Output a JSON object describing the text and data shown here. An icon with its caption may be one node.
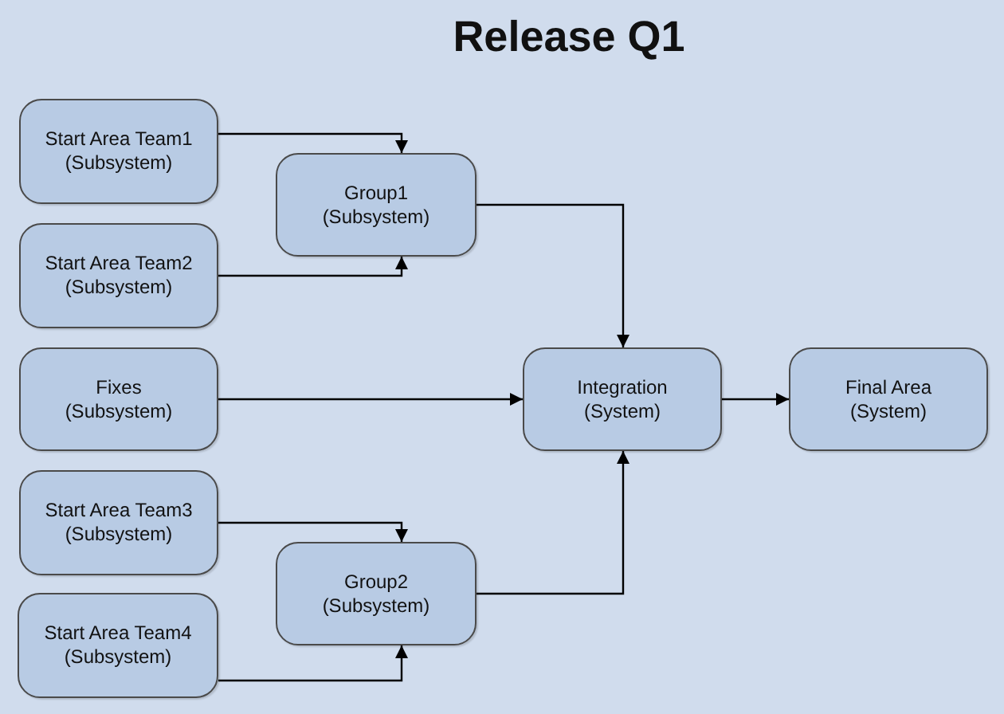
{
  "diagram": {
    "title": "Release Q1",
    "nodes": [
      {
        "text": [
          "Start Area Team1",
          "(Subsystem)"
        ]
      },
      {
        "text": [
          "Group1",
          "(Subsystem)"
        ]
      },
      {
        "text": [
          "Start Area Team2",
          "(Subsystem)"
        ]
      },
      {
        "text": [
          "Fixes",
          "(Subsystem)"
        ]
      },
      {
        "text": [
          "Integration",
          "(System)"
        ]
      },
      {
        "text": [
          "Final Area",
          "(System)"
        ]
      },
      {
        "text": [
          "Start Area Team3",
          "(Subsystem)"
        ]
      },
      {
        "text": [
          "Group2",
          "(Subsystem)"
        ]
      },
      {
        "text": [
          "Start Area Team4",
          "(Subsystem)"
        ]
      }
    ],
    "edges": [
      {
        "from": 0,
        "to": 1,
        "arrow": "to"
      },
      {
        "from": 2,
        "to": 1,
        "arrow": "to"
      },
      {
        "from": 1,
        "to": 4,
        "arrow": "to"
      },
      {
        "from": 3,
        "to": 4,
        "arrow": "to"
      },
      {
        "from": 4,
        "to": 5,
        "arrow": "to"
      },
      {
        "from": 6,
        "to": 7,
        "arrow": "to"
      },
      {
        "from": 8,
        "to": 7,
        "arrow": "to"
      },
      {
        "from": 7,
        "to": 4,
        "arrow": "to"
      }
    ]
  }
}
